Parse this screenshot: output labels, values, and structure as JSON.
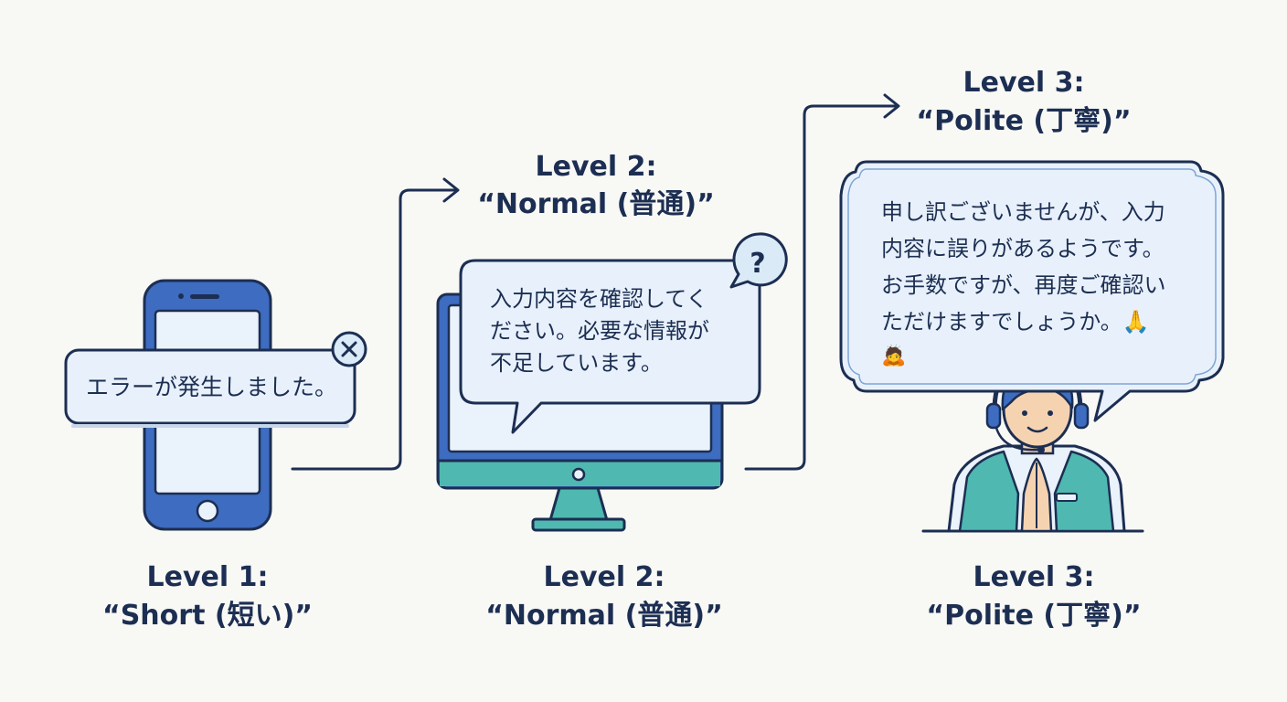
{
  "levels": [
    {
      "level": "Level 1:",
      "name": "“Short (短い)”",
      "message": [
        "エラーが発生しました。"
      ]
    },
    {
      "level": "Level 2:",
      "name": "“Normal (普通)”",
      "message": [
        "入力内容を確認してく",
        "ださい。必要な情報が",
        "不足しています。"
      ]
    },
    {
      "level": "Level 3:",
      "name": "“Polite (丁寧)”",
      "message": [
        "申し訳ございませんが、入力",
        "内容に誤りがあるようです。",
        "お手数ですが、再度ご確認い",
        "ただけますでしょうか。🙏",
        "🙇"
      ]
    }
  ],
  "icons": {
    "level1_badge": "close-icon",
    "level2_badge": "question-icon",
    "level3_badge": "none"
  },
  "colors": {
    "background": "#f8f8f5",
    "ink": "#1c2e52",
    "device_blue": "#3d6cc0",
    "screen_fill": "#eaf2fb",
    "bubble_fill": "#e8f1fb",
    "teal": "#4fb8b0"
  },
  "top_labels": {
    "level2": {
      "level": "Level 2:",
      "name": "“Normal (普通)”"
    },
    "level3": {
      "level": "Level 3:",
      "name": "“Polite (丁寧)”"
    }
  },
  "badge_glyphs": {
    "close": "×",
    "question": "?"
  }
}
